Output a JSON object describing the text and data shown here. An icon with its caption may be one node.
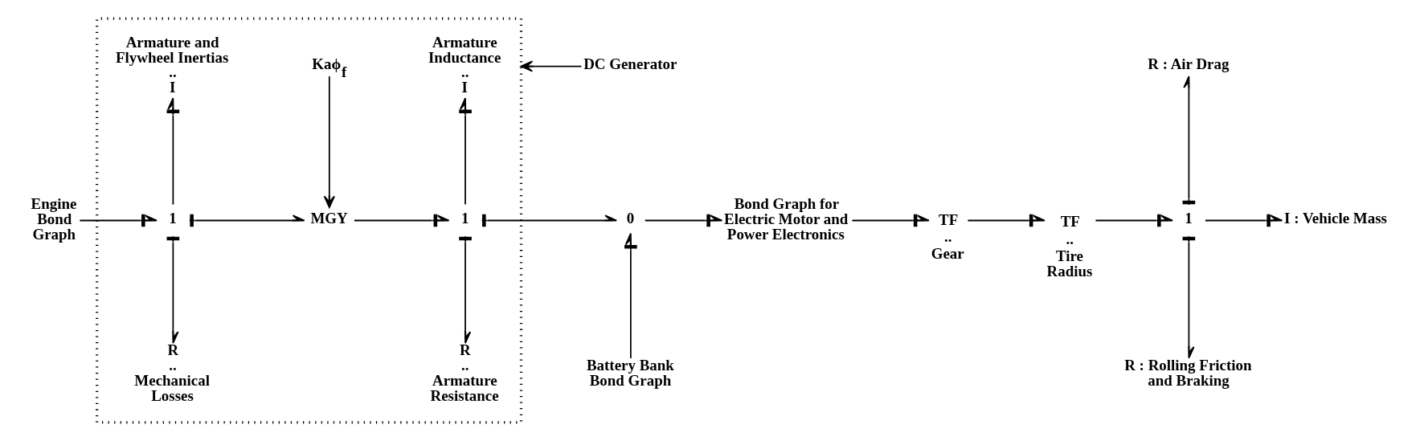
{
  "diagram": {
    "nodes": [
      {
        "text": [],
        "shape": "box"
      },
      {
        "text": [
          "Armature and Flywheel Inertias",
          "..",
          "I"
        ],
        "in": 0
      },
      {
        "text": [
          "Armature Inductance",
          "..",
          "I"
        ],
        "in": 0
      },
      {
        "text": [
          "DC Generator"
        ]
      },
      {
        "text": [
          "R : Air Drag"
        ]
      },
      {
        "text": [
          "Kaϕ$_{f}$"
        ],
        "in": 0
      },
      {
        "text": [
          "Engine Bond Graph"
        ]
      },
      {
        "text": [
          "1"
        ],
        "in": 0
      },
      {
        "text": [
          "MGY"
        ],
        "in": 0
      },
      {
        "text": [
          "1"
        ],
        "in": 0
      },
      {
        "text": [
          "0"
        ]
      },
      {
        "text": [
          "Bond Graph for Electric Motor and Power Electronics"
        ]
      },
      {
        "text": [
          "TF",
          "..",
          "Gear"
        ]
      },
      {
        "text": [
          "TF",
          "..",
          "Tire Radius"
        ]
      },
      {
        "text": [
          "1"
        ]
      },
      {
        "text": [
          "I : Vehicle Mass"
        ]
      },
      {
        "text": [
          "R",
          "..",
          "Mechanical Losses"
        ],
        "in": 0
      },
      {
        "text": [
          "R",
          "..",
          "Armature Resistance"
        ],
        "in": 0
      },
      {
        "text": [
          "Battery Bank Bond Graph"
        ]
      },
      {
        "text": [
          "R : Rolling Friction and Braking"
        ]
      }
    ],
    "edges": [
      {
        "from": 3,
        "to": 0,
        "arrow": "to"
      },
      {
        "from": 5,
        "to": 8,
        "arrow": "to"
      },
      {
        "from": 6,
        "to": 7,
        "arrow": "to"
      },
      {
        "from": 7,
        "to": 1,
        "arrow": "to"
      },
      {
        "from": 7,
        "to": 16,
        "arrow": "to"
      },
      {
        "from": 7,
        "to": 8,
        "arrow": "to"
      },
      {
        "from": 8,
        "to": 9,
        "arrow": "to"
      },
      {
        "from": 9,
        "to": 2,
        "arrow": "to"
      },
      {
        "from": 9,
        "to": 17,
        "arrow": "to"
      },
      {
        "from": 9,
        "to": 10,
        "arrow": "to"
      },
      {
        "from": 18,
        "to": 10,
        "arrow": "to"
      },
      {
        "from": 10,
        "to": 11,
        "arrow": "to"
      },
      {
        "from": 11,
        "to": 12,
        "arrow": "to"
      },
      {
        "from": 12,
        "to": 13,
        "arrow": "to"
      },
      {
        "from": 13,
        "to": 14,
        "arrow": "to"
      },
      {
        "from": 14,
        "to": 4,
        "arrow": "to"
      },
      {
        "from": 14,
        "to": 15,
        "arrow": "to"
      },
      {
        "from": 14,
        "to": 19,
        "arrow": "to"
      }
    ]
  }
}
